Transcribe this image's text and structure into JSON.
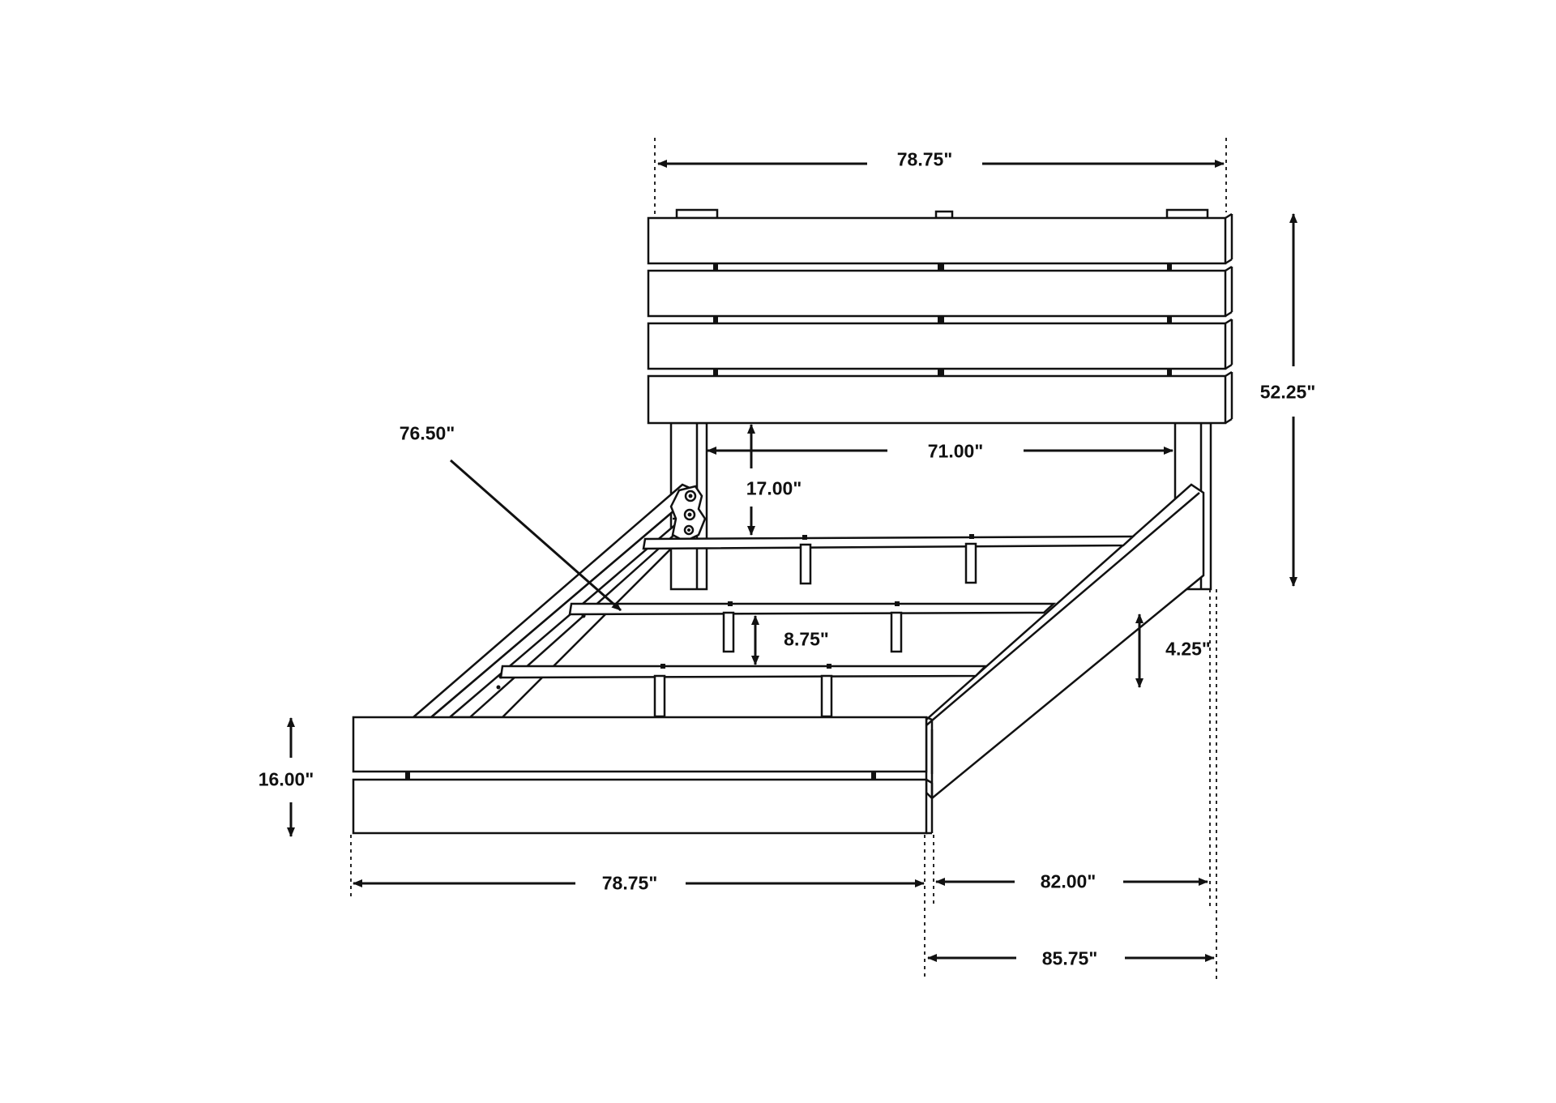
{
  "dimensions": {
    "headboard_width": "78.75\"",
    "headboard_height": "52.25\"",
    "inner_width": "71.00\"",
    "under_headboard_clearance": "17.00\"",
    "side_rail_length": "76.50\"",
    "slat_spacing": "8.75\"",
    "side_rail_height": "4.25\"",
    "footboard_height": "16.00\"",
    "footboard_width": "78.75\"",
    "inner_length": "82.00\"",
    "overall_length": "85.75\""
  },
  "colors": {
    "line": "#111111",
    "background": "#ffffff"
  }
}
